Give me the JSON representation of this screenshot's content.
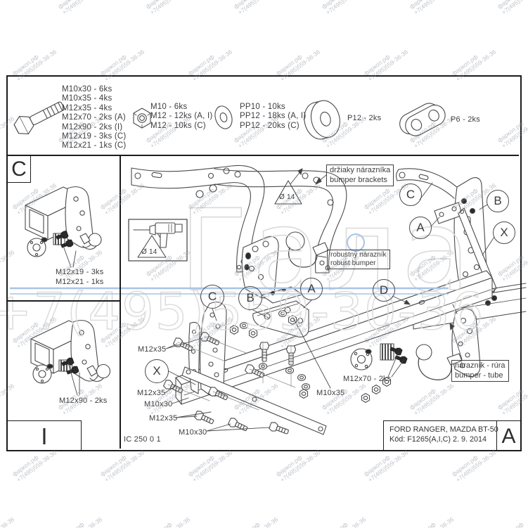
{
  "watermark": {
    "site": "фаркоп.рф",
    "phone": "+7(495)559-38-36",
    "big_word": "Гала",
    "big_phone": "+7(495)559-30-36",
    "accent_blue": "#a9c4e6",
    "gray": "#d6d6d6"
  },
  "strip": {
    "bolt_lines": [
      "M10x30 - 6ks",
      "M10x35 - 4ks",
      "M12x35 - 4ks",
      "M12x70 - 2ks (A)",
      "M12x90 - 2ks (I)",
      "M12x19 - 3ks (C)",
      "M12x21 - 1ks (C)"
    ],
    "nut_lines": [
      "M10 - 6ks",
      "M12 - 12ks (A, I)",
      "M12 - 10ks (C)"
    ],
    "washer_lines": [
      "PP10 - 10ks",
      "PP12 - 18ks (A, I)",
      "PP12 - 20ks (C)"
    ],
    "big_washer_label": "P12 - 2ks",
    "plate_label": "P6 - 2ks"
  },
  "corner": {
    "c": "C",
    "i": "I",
    "a": "A"
  },
  "balloons": {
    "main": [
      "C",
      "B",
      "A",
      "D"
    ],
    "x": "X",
    "side": [
      "C",
      "A",
      "B",
      "X"
    ]
  },
  "callouts": {
    "bumper_brackets_l1": "držiaky nárazníka",
    "bumper_brackets_l2": "bumper brackets",
    "robust_bumper_l1": "robustný nárazník",
    "robust_bumper_l2": "robust bumper",
    "bumper_tube_l1": "nárazník - rúra",
    "bumper_tube_l2": "bumper - tube",
    "drill": "Ø 14"
  },
  "labels": {
    "c_view_1": "M12x19 - 3ks",
    "c_view_2": "M12x21 - 1ks",
    "i_view": "M12x90 - 2ks",
    "m12x35_a": "M12x35",
    "m12x35_b": "M12x35",
    "m10x30_a": "M10x30",
    "m12x35_c": "M12x35",
    "m10x30_b": "M10x30",
    "m10x35": "M10x35",
    "m12x70": "M12x70 - 2ks",
    "doc_code": "IC 250 0 1"
  },
  "title_block": {
    "vehicle": "FORD RANGER, MAZDA BT-50",
    "code": "Kód: F1265(A,I,C)  2. 9. 2014"
  }
}
